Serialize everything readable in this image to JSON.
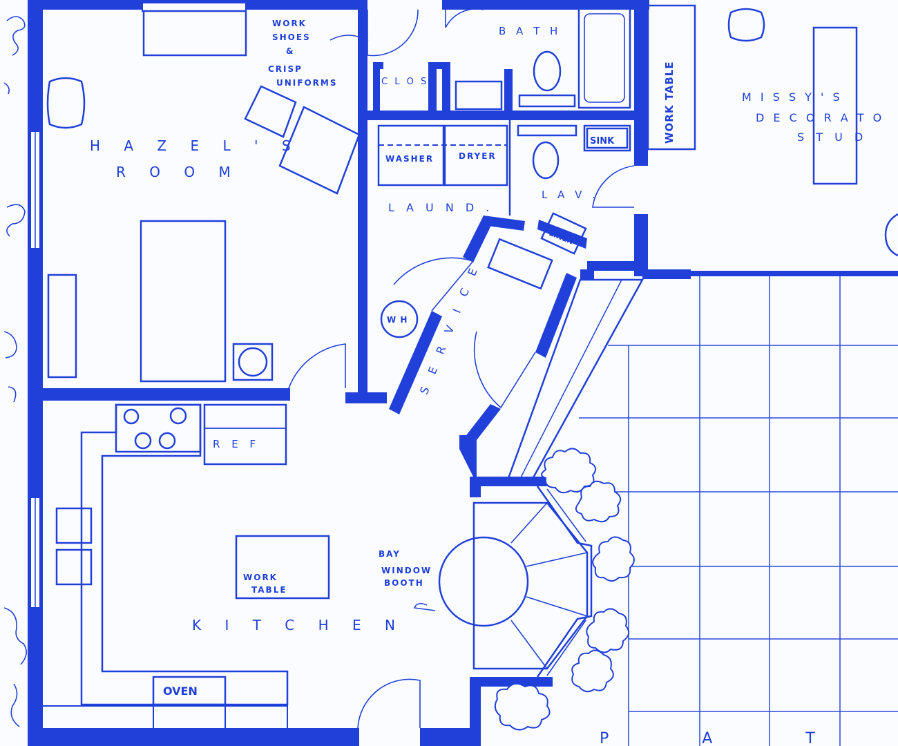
{
  "colors": {
    "ink": "#2140d9",
    "paper": "#fbfcff"
  },
  "labels": {
    "hazels_room": "H A Z E L ' S",
    "hazels_room_2": "R O O M",
    "kitchen": "K I T C H E N",
    "bath": "B A T H",
    "clos": "C L O S .",
    "laund": "L A U N D .",
    "lav": "L A V .",
    "service": "S E R V I C E",
    "washer": "WASHER",
    "dryer": "DRYER",
    "sink": "SINK",
    "linen": "LINEN",
    "work_table_vertical": "WORK TABLE",
    "missys_1": "M I S S Y ' S",
    "missys_2": "D E C O R A T O",
    "missys_3": "S T U D",
    "ref": "R E F",
    "oven": "OVEN",
    "work_table_1": "WORK",
    "work_table_2": "TABLE",
    "wh": "W H",
    "bay_1": "BAY",
    "bay_2": "WINDOW",
    "bay_3": "BOOTH",
    "work_shoes_1": "WORK",
    "work_shoes_2": "SHOES",
    "work_shoes_3": "&",
    "work_shoes_4": "CRISP",
    "work_shoes_5": "UNIFORMS",
    "patio": "P A T I O"
  }
}
